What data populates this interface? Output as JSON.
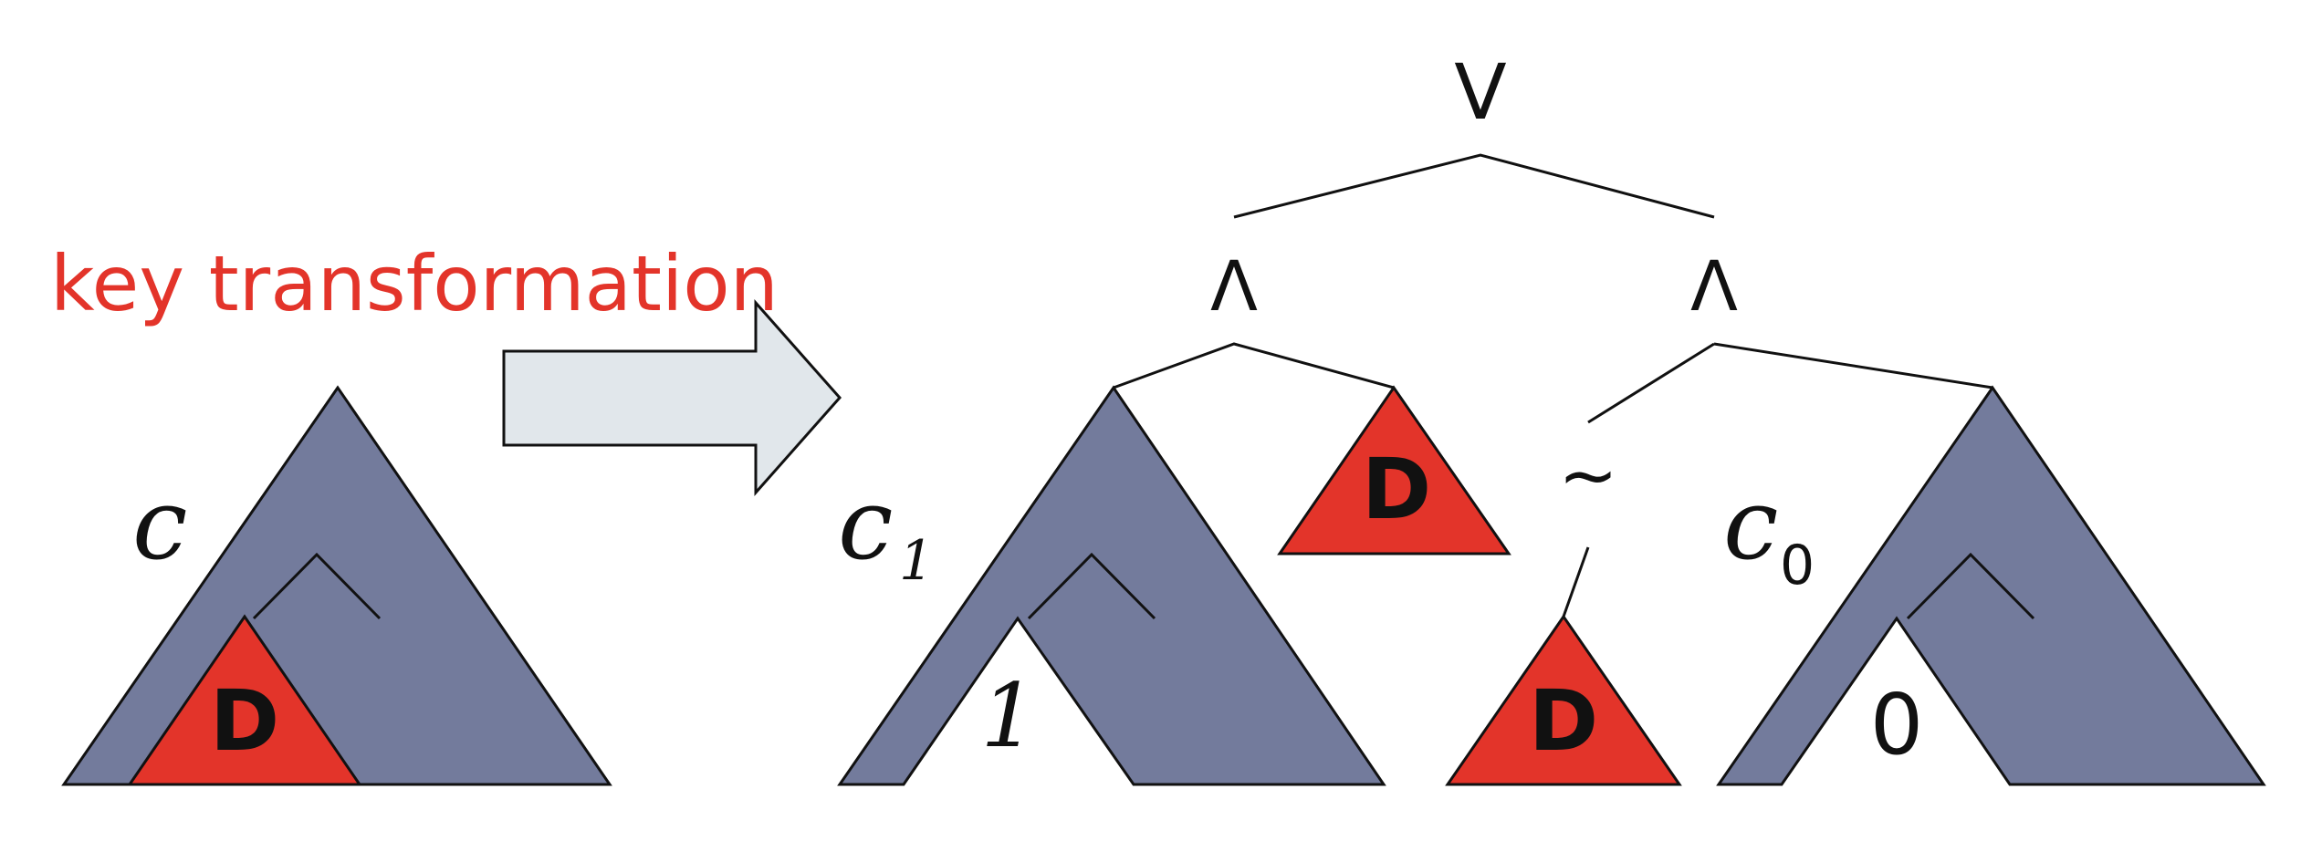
{
  "title": "key transformation",
  "colors": {
    "accent_red": "#e3342a",
    "tree_gray": "#737b9c",
    "arrow_fill": "#e1e7eb",
    "line": "#111111"
  },
  "labels": {
    "or_symbol": "V",
    "and_left": "Λ",
    "and_right": "Λ",
    "not_symbol": "~",
    "c": "c",
    "c1_base": "c",
    "c1_sub": "1",
    "c0_base": "c",
    "c0_sub": "0",
    "one": "1",
    "zero": "0",
    "d": "D"
  },
  "icons": {
    "arrow": "right-arrow-icon"
  }
}
